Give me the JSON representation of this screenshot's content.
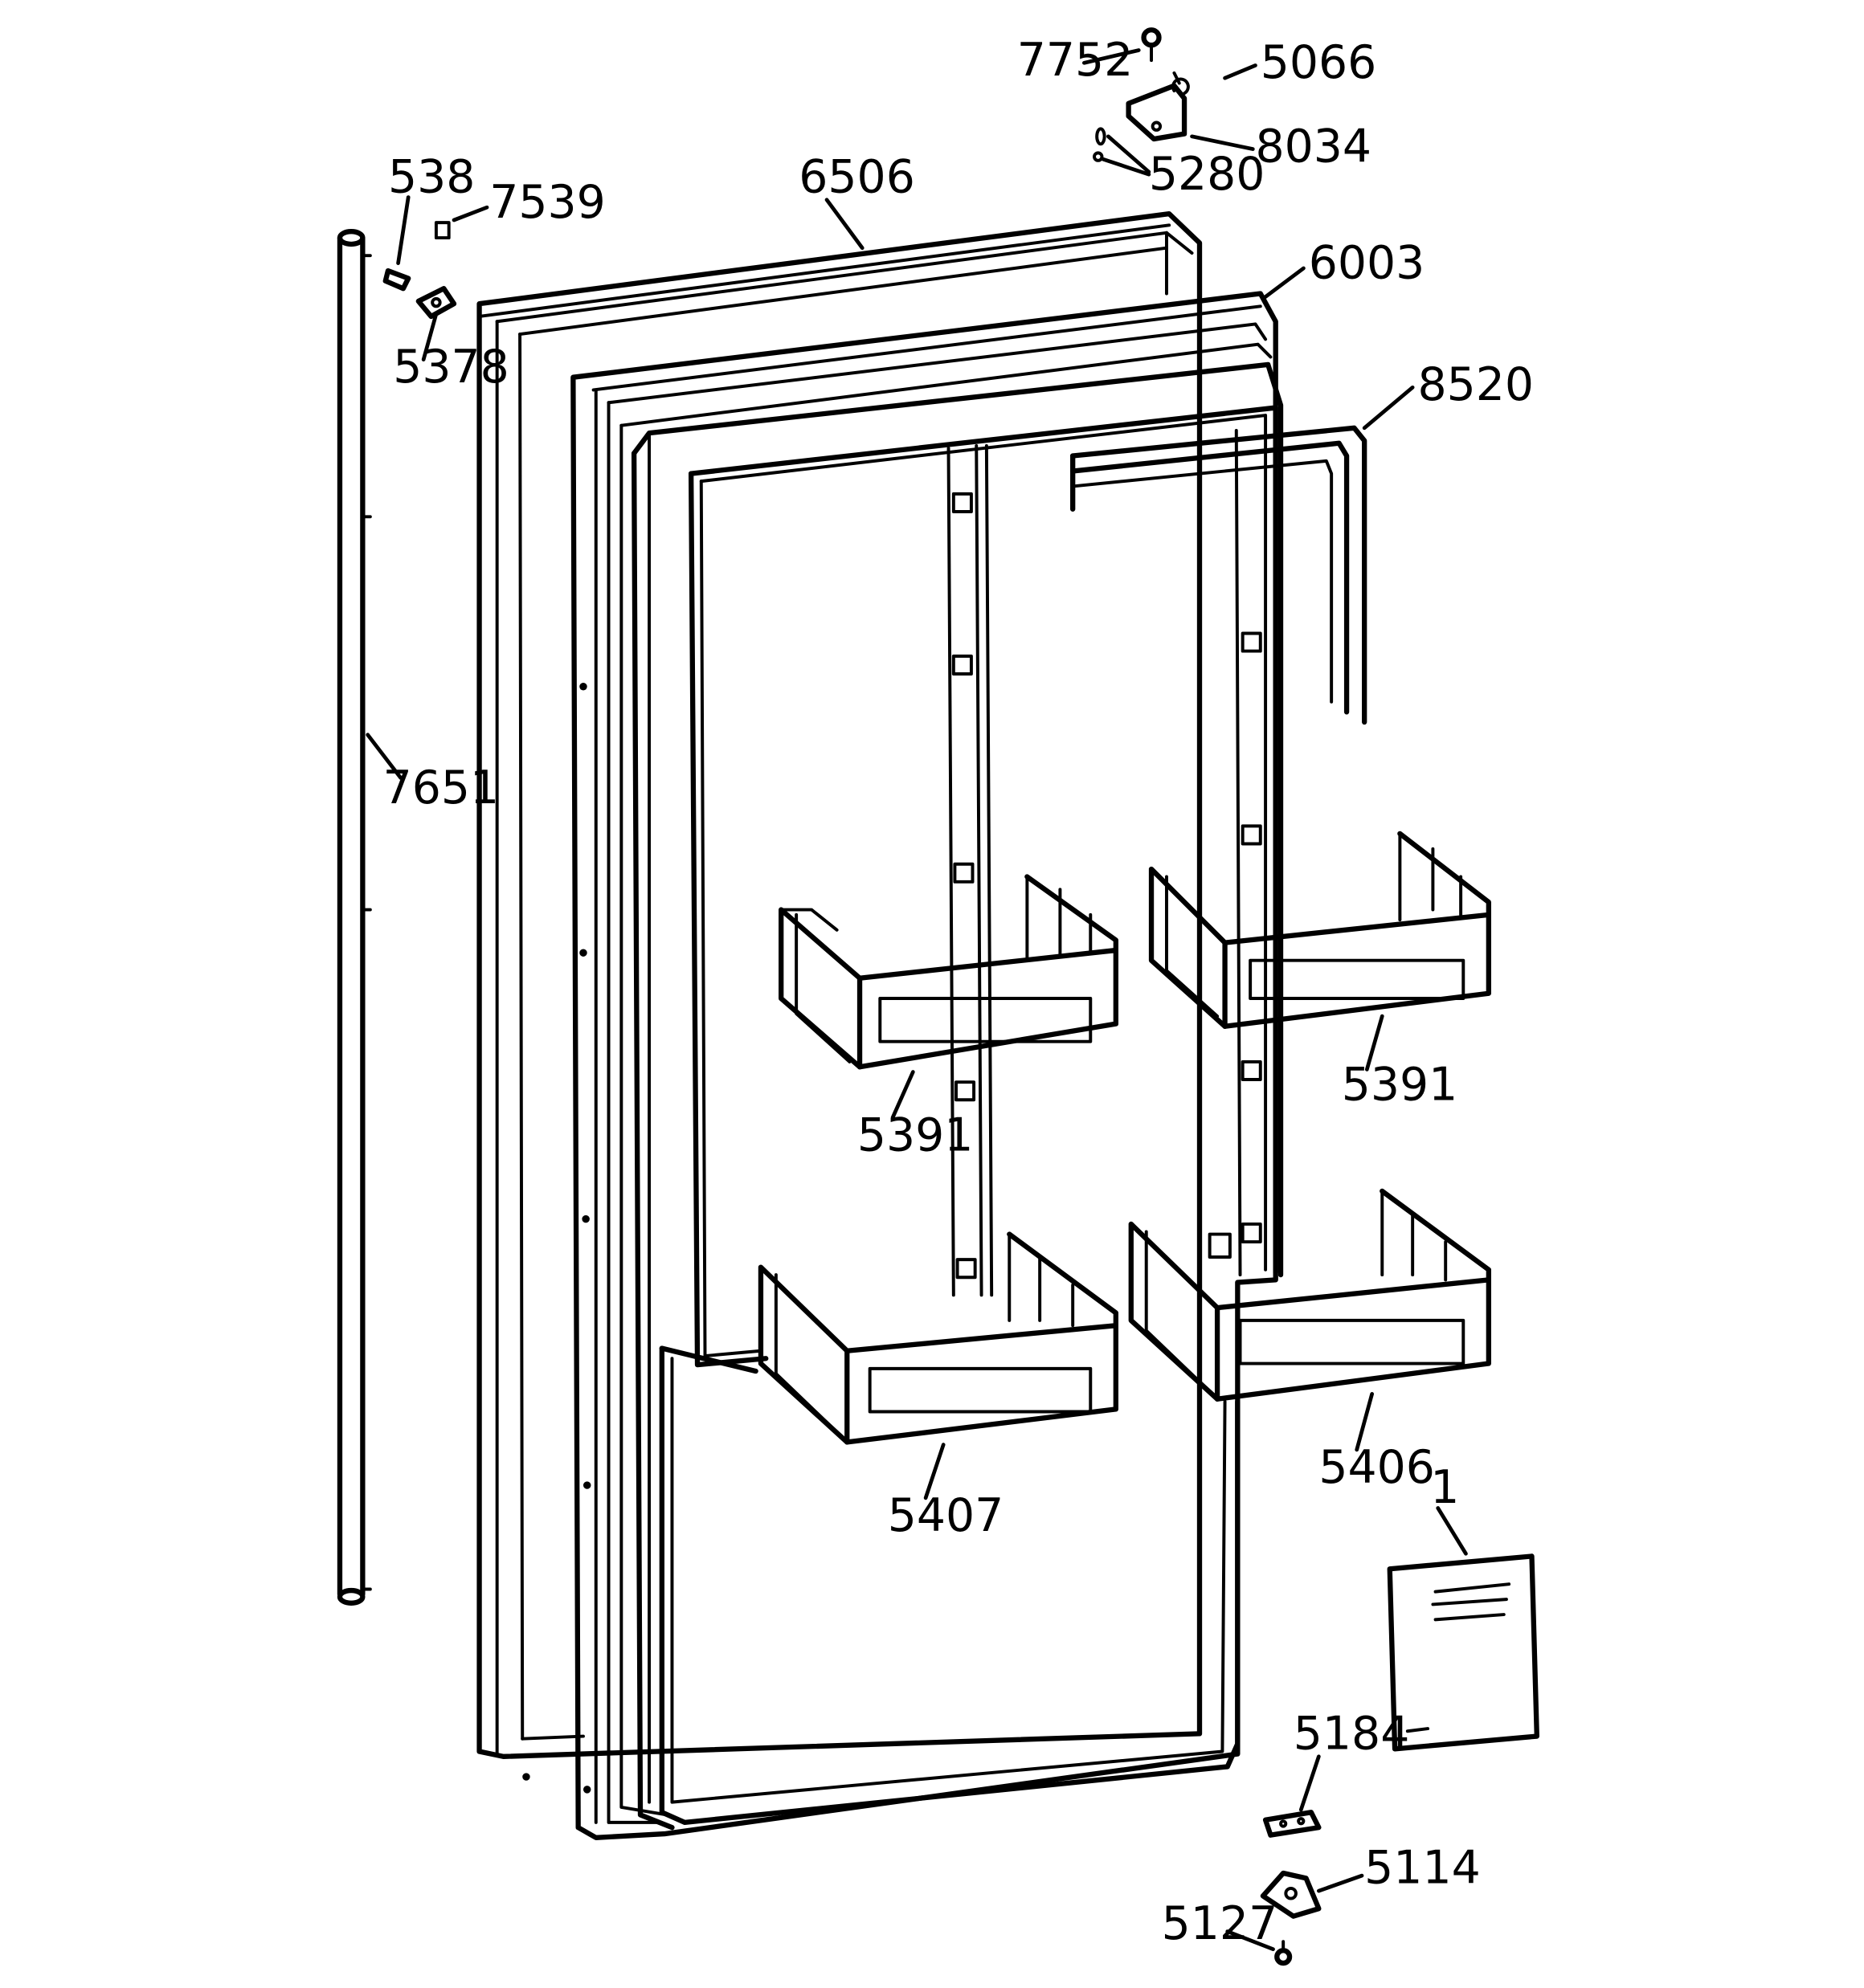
{
  "callouts": [
    {
      "key": "p7752",
      "label": "7752",
      "part": "screw"
    },
    {
      "key": "p5066",
      "label": "5066",
      "part": "clip-ring"
    },
    {
      "key": "p8034",
      "label": "8034",
      "part": "hinge-bracket"
    },
    {
      "key": "p5280",
      "label": "5280",
      "part": "shim"
    },
    {
      "key": "p538",
      "label": "538",
      "part": "screw"
    },
    {
      "key": "p7539",
      "label": "7539",
      "part": "spring"
    },
    {
      "key": "p6506",
      "label": "6506",
      "part": "door-outer-panel"
    },
    {
      "key": "p6003",
      "label": "6003",
      "part": "door-liner"
    },
    {
      "key": "p5378",
      "label": "5378",
      "part": "handle-bracket"
    },
    {
      "key": "p8520",
      "label": "8520",
      "part": "gasket-strip"
    },
    {
      "key": "p7651",
      "label": "7651",
      "part": "handle-rod"
    },
    {
      "key": "p5391a",
      "label": "5391",
      "part": "door-bin"
    },
    {
      "key": "p5391b",
      "label": "5391",
      "part": "door-bin"
    },
    {
      "key": "p5407",
      "label": "5407",
      "part": "door-bin-lower-left"
    },
    {
      "key": "p5406",
      "label": "5406",
      "part": "door-bin-lower-right"
    },
    {
      "key": "p1",
      "label": "1",
      "part": "manual"
    },
    {
      "key": "p5184",
      "label": "5184",
      "part": "plate"
    },
    {
      "key": "p5114",
      "label": "5114",
      "part": "bottom-hinge"
    },
    {
      "key": "p5127",
      "label": "5127",
      "part": "screw"
    }
  ]
}
